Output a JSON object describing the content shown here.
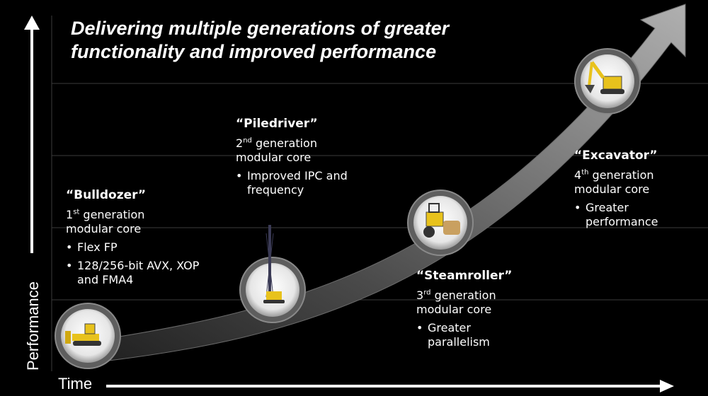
{
  "title": {
    "line1": "Delivering multiple generations of greater",
    "line2": "functionality and improved performance"
  },
  "axes": {
    "y_label": "Performance",
    "x_label": "Time"
  },
  "generations": [
    {
      "name": "“Bulldozer”",
      "ordinal_number": "1",
      "ordinal_suffix": "st",
      "desc_rest": " generation",
      "desc_line2": "modular core",
      "bullets": [
        "Flex FP",
        "128/256-bit AVX, XOP and FMA4"
      ],
      "icon": "bulldozer-icon"
    },
    {
      "name": "“Piledriver”",
      "ordinal_number": "2",
      "ordinal_suffix": "nd",
      "desc_rest": " generation",
      "desc_line2": "modular core",
      "bullets": [
        "Improved IPC and frequency"
      ],
      "icon": "piledriver-icon"
    },
    {
      "name": "“Steamroller”",
      "ordinal_number": "3",
      "ordinal_suffix": "rd",
      "desc_rest": " generation",
      "desc_line2": "modular core",
      "bullets": [
        "Greater parallelism"
      ],
      "icon": "steamroller-icon"
    },
    {
      "name": "“Excavator”",
      "ordinal_number": "4",
      "ordinal_suffix": "th",
      "desc_rest": " generation",
      "desc_line2": "modular core",
      "bullets": [
        "Greater performance"
      ],
      "icon": "excavator-icon"
    }
  ],
  "colors": {
    "background": "#000000",
    "text": "#ffffff",
    "arrow": "#8a8a8a",
    "machine_yellow": "#e8c21c"
  }
}
